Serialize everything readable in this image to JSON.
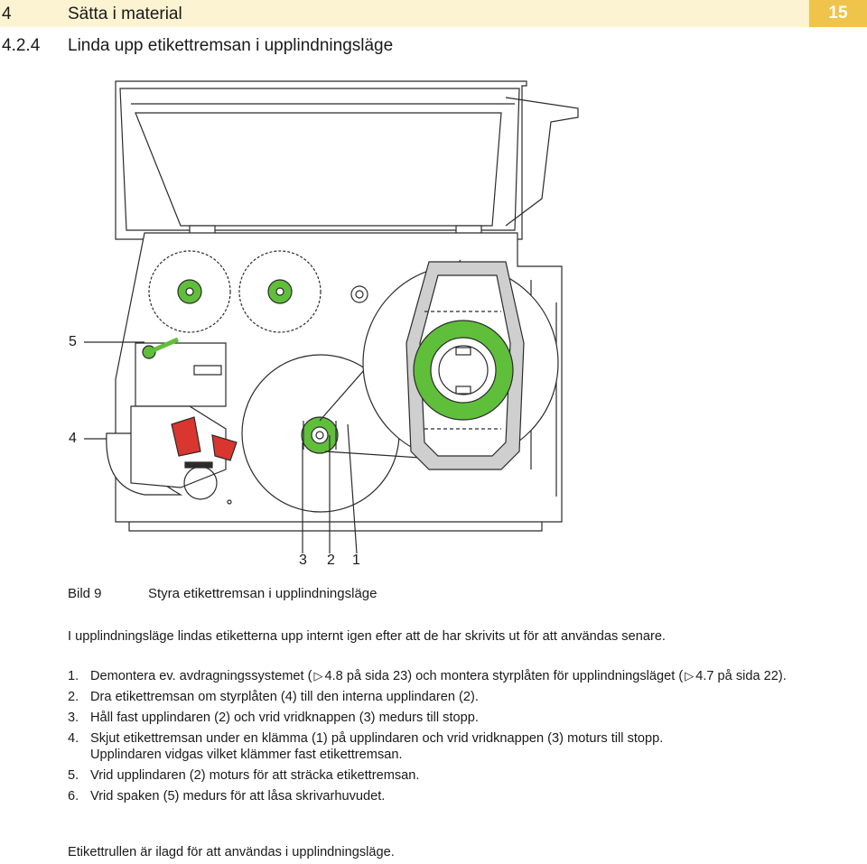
{
  "header": {
    "chapter_num": "4",
    "chapter_title": "Sätta i material",
    "page_number": "15"
  },
  "section": {
    "number": "4.2.4",
    "title": "Linda upp etikettremsan i upplindningsläge"
  },
  "figure": {
    "callouts": {
      "c5": "5",
      "c4": "4",
      "c3": "3",
      "c2": "2",
      "c1": "1"
    },
    "colors": {
      "accent_green": "#5fbf3a",
      "lever_red": "#d9362f",
      "line": "#2b2b2b",
      "grey_fill": "#cfcfcf"
    },
    "caption_label": "Bild 9",
    "caption_text": "Styra etikettremsan i upplindningsläge"
  },
  "intro": "I upplindningsläge lindas etiketterna upp internt igen efter att de har skrivits ut för att användas senare.",
  "steps": [
    {
      "num": "1.",
      "a": "Demontera ev. avdragningssystemet (",
      "b": "4.8 på sida 23) och montera styrplåten för upplindningsläget (",
      "c": "4.7 på sida 22)."
    },
    {
      "num": "2.",
      "text": "Dra etikettremsan om styrplåten (4) till den interna upplindaren (2)."
    },
    {
      "num": "3.",
      "text": "Håll fast upplindaren (2) och vrid vridknappen (3) medurs till stopp."
    },
    {
      "num": "4.",
      "line1": "Skjut etikettremsan under en klämma (1) på upplindaren och vrid vridknappen (3) moturs till stopp.",
      "line2": "Upplindaren vidgas vilket klämmer fast etikettremsan."
    },
    {
      "num": "5.",
      "text": "Vrid upplindaren (2) moturs för att sträcka etikettremsan."
    },
    {
      "num": "6.",
      "text": "Vrid spaken (5) medurs för att låsa skrivarhuvudet."
    }
  ],
  "closing": "Etikettrullen är ilagd för att användas i upplindningsläge."
}
